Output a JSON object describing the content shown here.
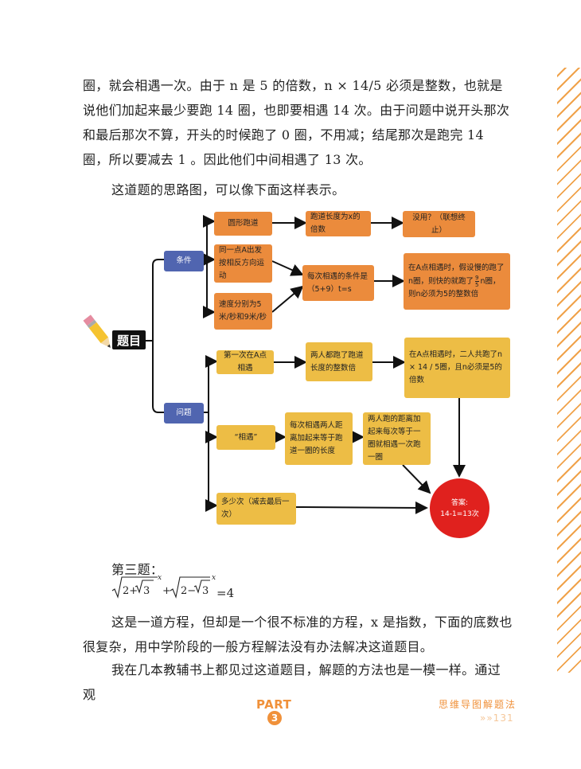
{
  "text": {
    "p1": "圈，就会相遇一次。由于 n 是 5 的倍数，n × 14/5 必须是整数，也就是说他们加起来最少要跑 14 圈，也即要相遇 14 次。由于问题中说开头那次和最后那次不算，开头的时候跑了 0 圈，不用减；结尾那次是跑完 14 圈，所以要减去 1 。因此他们中间相遇了 13 次。",
    "p2": "这道题的思路图，可以像下面这样表示。",
    "q3_label": "第三题：",
    "equation_rhs": "=4",
    "p3": "这是一道方程，但却是一个很不标准的方程，x 是指数，下面的底数也很复杂，用中学阶段的一般方程解法没有办法解决这道题目。",
    "p4": "我在几本教辅书上都见过这道题目，解题的方法也是一模一样。通过观"
  },
  "mindmap": {
    "root": "题目",
    "cond": "条件",
    "question": "问题",
    "c1": "圆形跑道",
    "c1a": "跑道长度为x的倍数",
    "c1b": "没用？（联想终止）",
    "c2": "同一点A出发按相反方向运动",
    "c3": "速度分别为5米/秒和9米/秒",
    "c23": "每次相遇的条件是（5+9）t=s",
    "c23r_pre": "在A点相遇时，假设慢的跑了n圈，则快的就跑了",
    "c23r_frac_num": "9",
    "c23r_frac_den": "5",
    "c23r_post": "n圈，则n必须为5的整数倍",
    "q1": "第一次在A点相遇",
    "q1a": "两人都跑了跑道长度的整数倍",
    "q1b": "在A点相遇时，二人共跑了n × 14 / 5圈，且n必须是5的倍数",
    "q2": "“相遇”",
    "q2a": "每次相遇两人距离加起来等于跑道一圈的长度",
    "q2b": "两人跑的距离加起来每次等于一圈就相遇一次跑一圈",
    "q3": "多少次（减去最后一次）",
    "answer_label": "答案:",
    "answer_value": "14-1=13次"
  },
  "footer": {
    "part": "PART",
    "part_num": "3",
    "book_title": "思维导图解题法",
    "page_num": "»»131"
  },
  "colors": {
    "orange_box": "#eb8b3c",
    "yellow_box": "#edbd45",
    "blue_box": "#5065b0",
    "answer": "#e0211e",
    "accent": "#f0913a"
  }
}
